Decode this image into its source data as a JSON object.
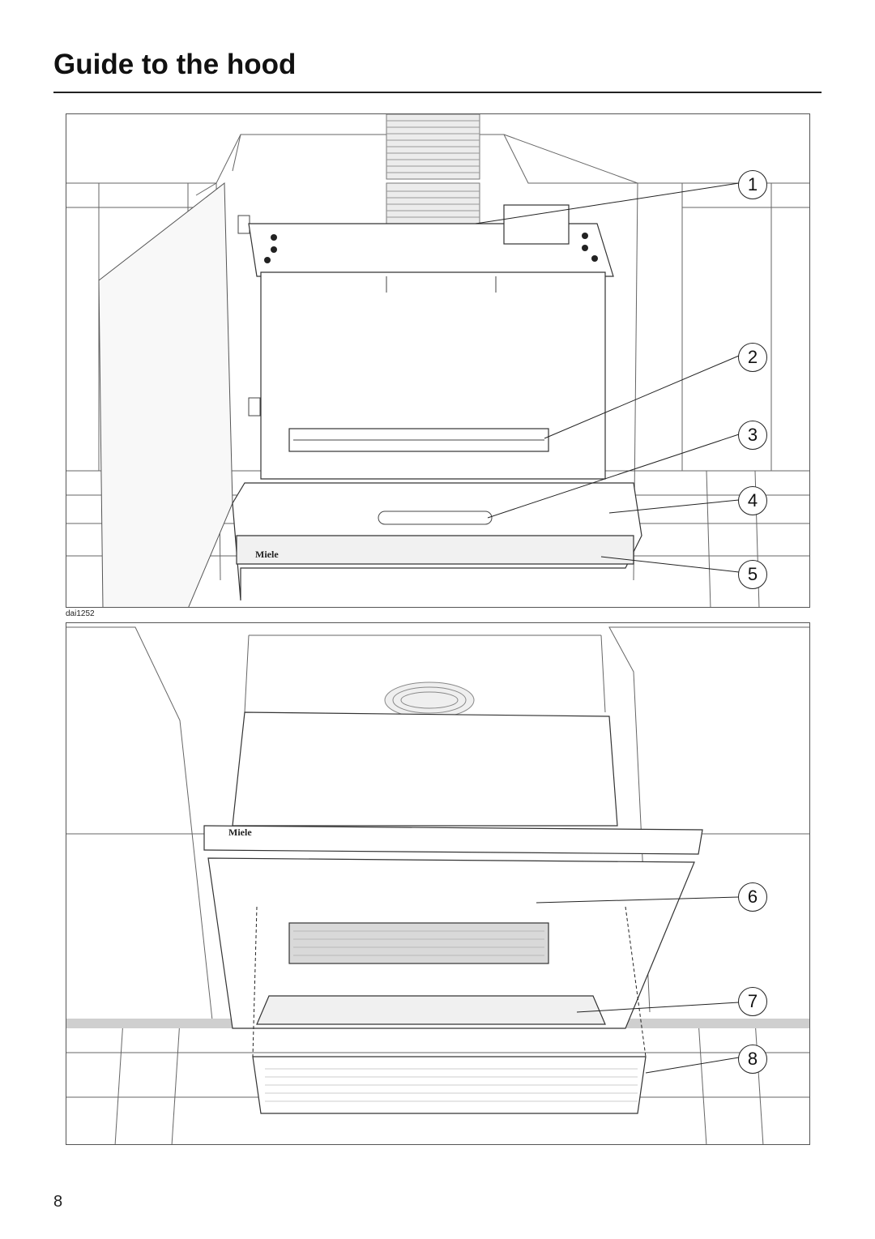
{
  "page": {
    "title": "Guide to the hood",
    "page_number": "8"
  },
  "figure_top": {
    "code": "dai1252",
    "brand_label": "Miele",
    "callouts": [
      "1",
      "2",
      "3",
      "4",
      "5"
    ]
  },
  "figure_bottom": {
    "brand_label": "Miele",
    "callouts": [
      "6",
      "7",
      "8"
    ]
  }
}
